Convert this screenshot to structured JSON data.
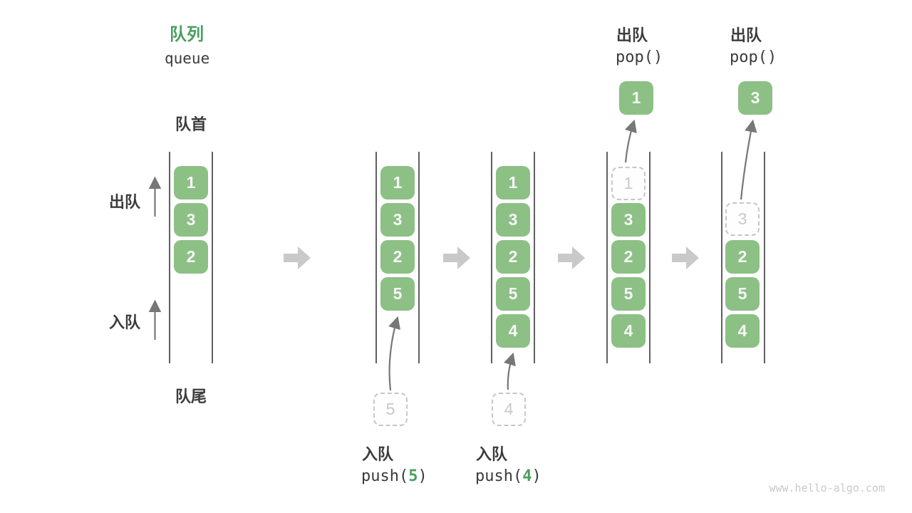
{
  "title": {
    "zh": "队列",
    "en": "queue"
  },
  "labels": {
    "front": "队首",
    "rear": "队尾",
    "dequeue_side": "出队",
    "enqueue_side": "入队"
  },
  "colors": {
    "item_green": "#8CC085",
    "title_green": "#48A05E",
    "arg_green": "#48A05E",
    "rail_gray": "#606060",
    "thin_arrow_gray": "#777777",
    "flow_arrow_gray": "#C9C9C9",
    "ghost_border_gray": "#C6C6C6",
    "text_dark": "#3B3B3B",
    "watermark_gray": "#C9C9C9"
  },
  "states": {
    "s1": {
      "items": [
        "1",
        "3",
        "2"
      ]
    },
    "s2": {
      "items": [
        "1",
        "3",
        "2",
        "5"
      ],
      "incoming": "5",
      "op_zh": "入队",
      "code_pre": "push(",
      "code_arg": "5",
      "code_post": ")"
    },
    "s3": {
      "items": [
        "1",
        "3",
        "2",
        "5",
        "4"
      ],
      "incoming": "4",
      "op_zh": "入队",
      "code_pre": "push(",
      "code_arg": "4",
      "code_post": ")"
    },
    "s4": {
      "ghost": "1",
      "items": [
        "3",
        "2",
        "5",
        "4"
      ],
      "popped": "1",
      "op_zh": "出队",
      "code": "pop()"
    },
    "s5": {
      "ghost": "3",
      "items": [
        "2",
        "5",
        "4"
      ],
      "popped": "3",
      "op_zh": "出队",
      "code": "pop()"
    }
  },
  "watermark": "www.hello-algo.com"
}
